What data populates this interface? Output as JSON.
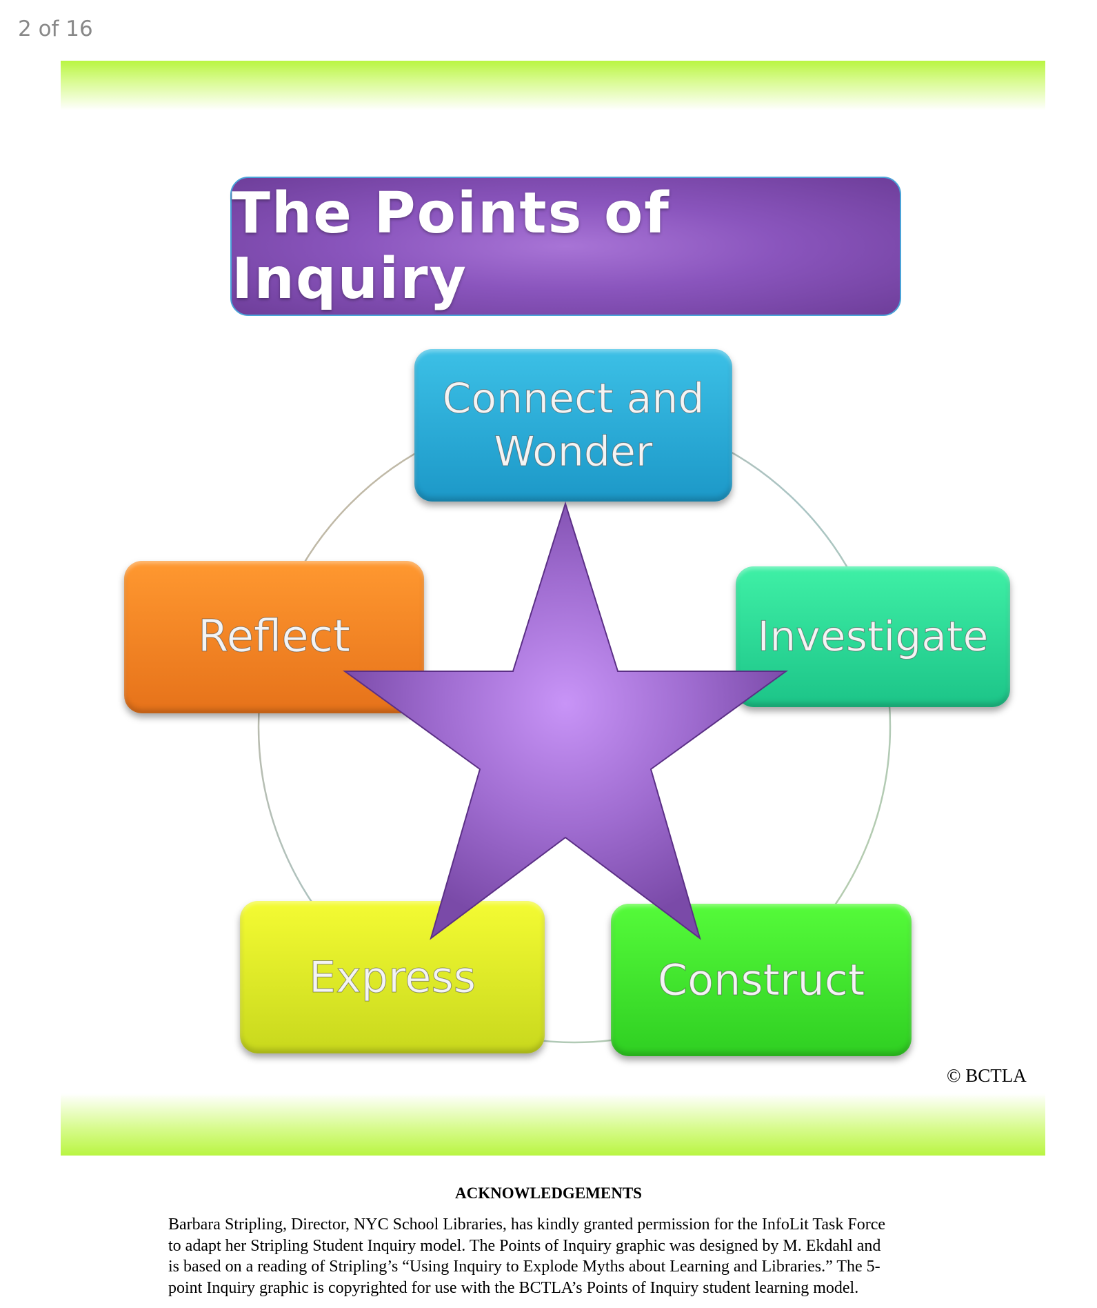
{
  "page_counter": "2 of 16",
  "diagram": {
    "title": "The Points of Inquiry",
    "nodes": [
      {
        "label_lines": [
          "Connect and",
          "Wonder"
        ],
        "color": "#2bb0da"
      },
      {
        "label_lines": [
          "Investigate"
        ],
        "color": "#2ad996"
      },
      {
        "label_lines": [
          "Construct"
        ],
        "color": "#44e62e"
      },
      {
        "label_lines": [
          "Express"
        ],
        "color": "#e2ee28"
      },
      {
        "label_lines": [
          "Reflect"
        ],
        "color": "#f38624"
      }
    ],
    "center_shape": "star",
    "center_color": "#b07de0",
    "copyright": "© BCTLA"
  },
  "acknowledgements": {
    "heading": "ACKNOWLEDGEMENTS",
    "lines": [
      "Barbara Stripling, Director, NYC School Libraries, has kindly granted permission for the InfoLit Task Force",
      "to adapt her Stripling Student Inquiry model.  The Points of Inquiry graphic was designed by M. Ekdahl and",
      "is based on a reading of Stripling’s “Using Inquiry to Explode Myths about Learning and Libraries.” The 5-",
      "point Inquiry graphic is copyrighted for use with the BCTLA’s Points of Inquiry student learning model."
    ]
  }
}
